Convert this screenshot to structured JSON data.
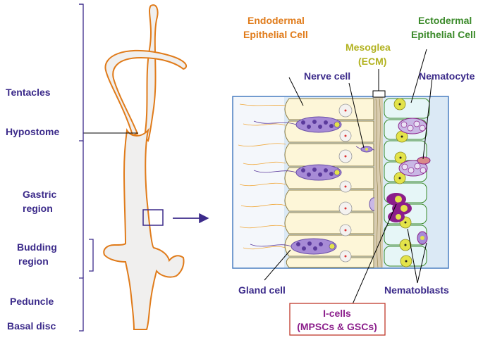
{
  "left_labels": {
    "tentacles": "Tentacles",
    "hypostome": "Hypostome",
    "gastric_line1": "Gastric",
    "gastric_line2": "region",
    "budding_line1": "Budding",
    "budding_line2": "region",
    "peduncle": "Peduncle",
    "basal_disc": "Basal disc"
  },
  "right_labels": {
    "endodermal_line1": "Endodermal",
    "endodermal_line2": "Epithelial Cell",
    "mesoglea_line1": "Mesoglea",
    "mesoglea_line2": "(ECM)",
    "ectodermal_line1": "Ectodermal",
    "ectodermal_line2": "Epithelial Cell",
    "nerve_cell": "Nerve cell",
    "nematocyte": "Nematocyte",
    "gland_cell": "Gland cell",
    "nematoblasts": "Nematoblasts",
    "icells_line1": "I-cells",
    "icells_line2": "(MPSCs & GSCs)"
  },
  "colors": {
    "body_outline": "#e07b1a",
    "body_fill": "#f0efee",
    "panel_bg": "#dbe9f5",
    "panel_border": "#4b7fc1",
    "endo_fill": "#fdf6d8",
    "ecto_fill": "#e6f6f7",
    "ecto_border": "#3b8a2a",
    "gland_fill": "#a78bd6",
    "icell_fill": "#8b1e8b",
    "nucleus_fill": "#e3e34a",
    "label_purple": "#3b2a8a",
    "label_orange": "#e07b1a",
    "label_olive": "#b2b21f",
    "label_green": "#3b8a2a",
    "label_magenta": "#8b1e8b"
  }
}
